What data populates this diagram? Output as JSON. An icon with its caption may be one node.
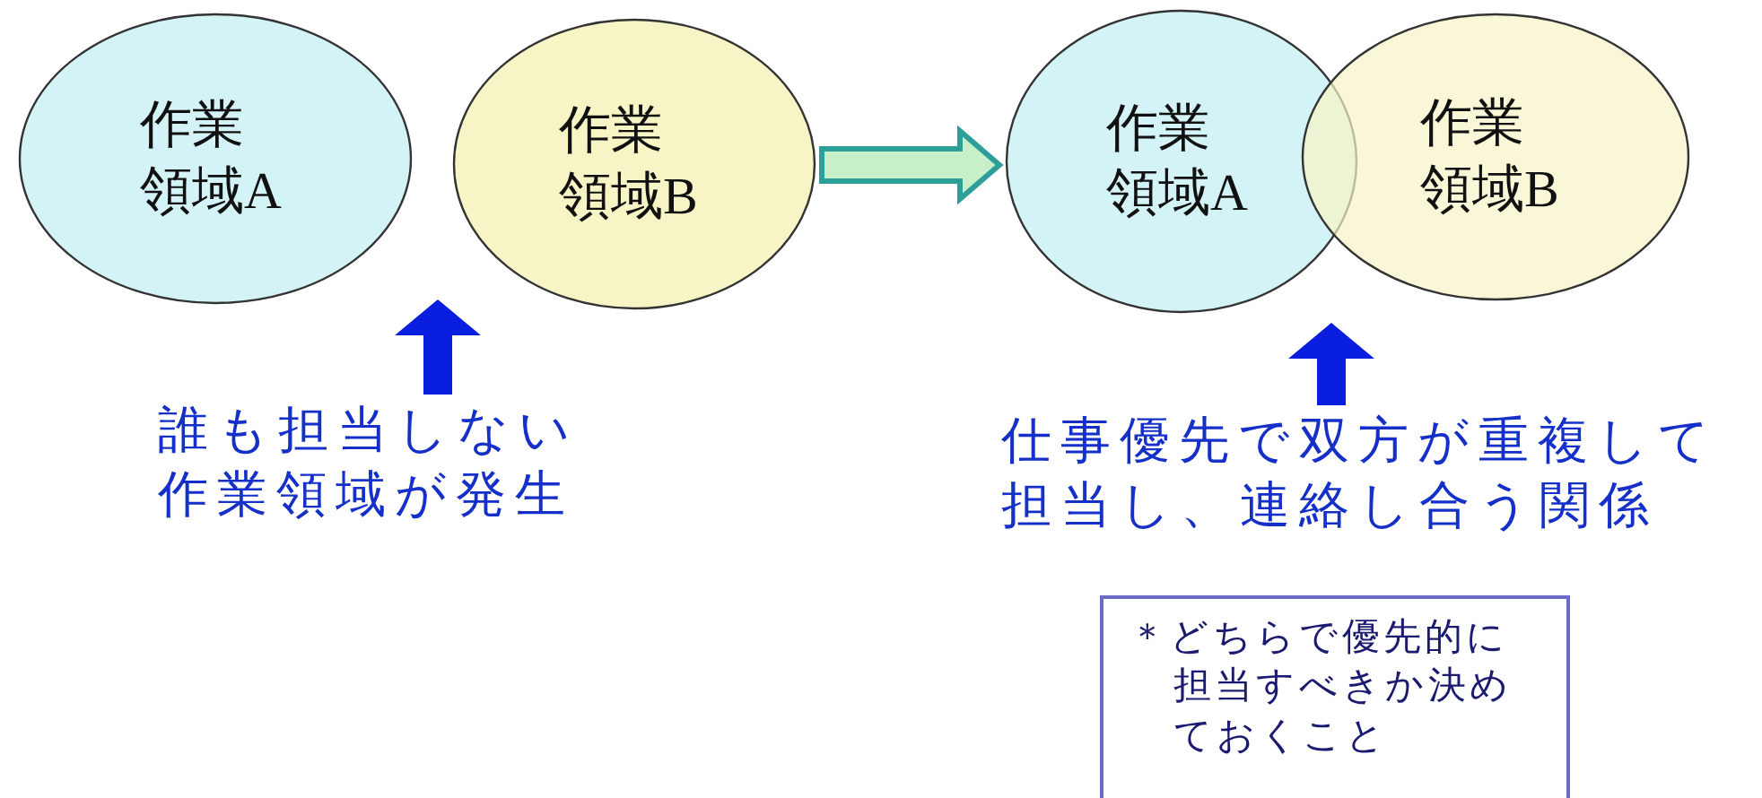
{
  "diagram": {
    "nodes": [
      {
        "text": [
          "作業領域A"
        ]
      },
      {
        "text": [
          "作業領域B"
        ]
      },
      {
        "text": [
          "作業領域A"
        ]
      },
      {
        "text": [
          "作業領域B"
        ]
      },
      {
        "text": [
          "誰も担当しない作業領域が発生"
        ]
      },
      {
        "text": [
          "仕事優先で双方が重複して担当し、連絡し合う関係"
        ]
      },
      {
        "text": [
          "＊どちらで優先的に担当すべきか決めておくこと"
        ]
      }
    ],
    "edges": [
      {
        "from": 1,
        "to": 2,
        "arrow": "to",
        "color": "#2e9e9a"
      },
      {
        "from": 4,
        "to": null,
        "arrow": "to",
        "style": "thick"
      },
      {
        "from": 5,
        "to": null,
        "arrow": "to",
        "style": "thick"
      }
    ]
  }
}
